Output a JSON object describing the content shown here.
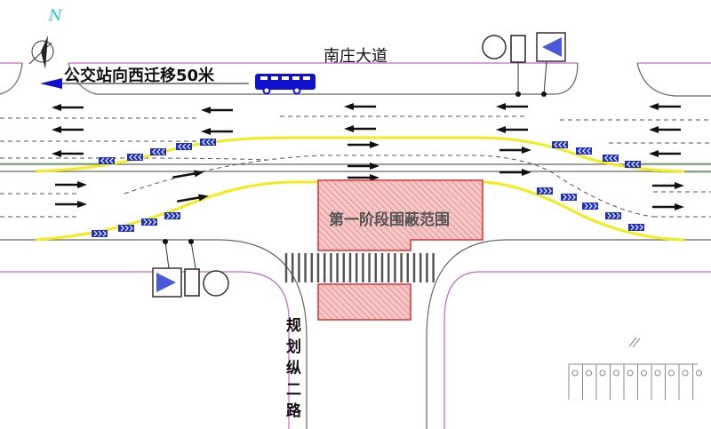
{
  "compass": {
    "label": "N"
  },
  "roads": {
    "main": "南庄大道",
    "side": "规划纵二路"
  },
  "notes": {
    "bus_stop": "公交站向西迁移50米",
    "work_zone": "第一阶段围蔽范围"
  },
  "colors": {
    "edge_pink": "#cc66cc",
    "yellow": "#f2ec1a",
    "chevron": "#1d2fd1",
    "zone": "#e03030",
    "bus": "#1010d0",
    "compass": "#22c7d8"
  }
}
